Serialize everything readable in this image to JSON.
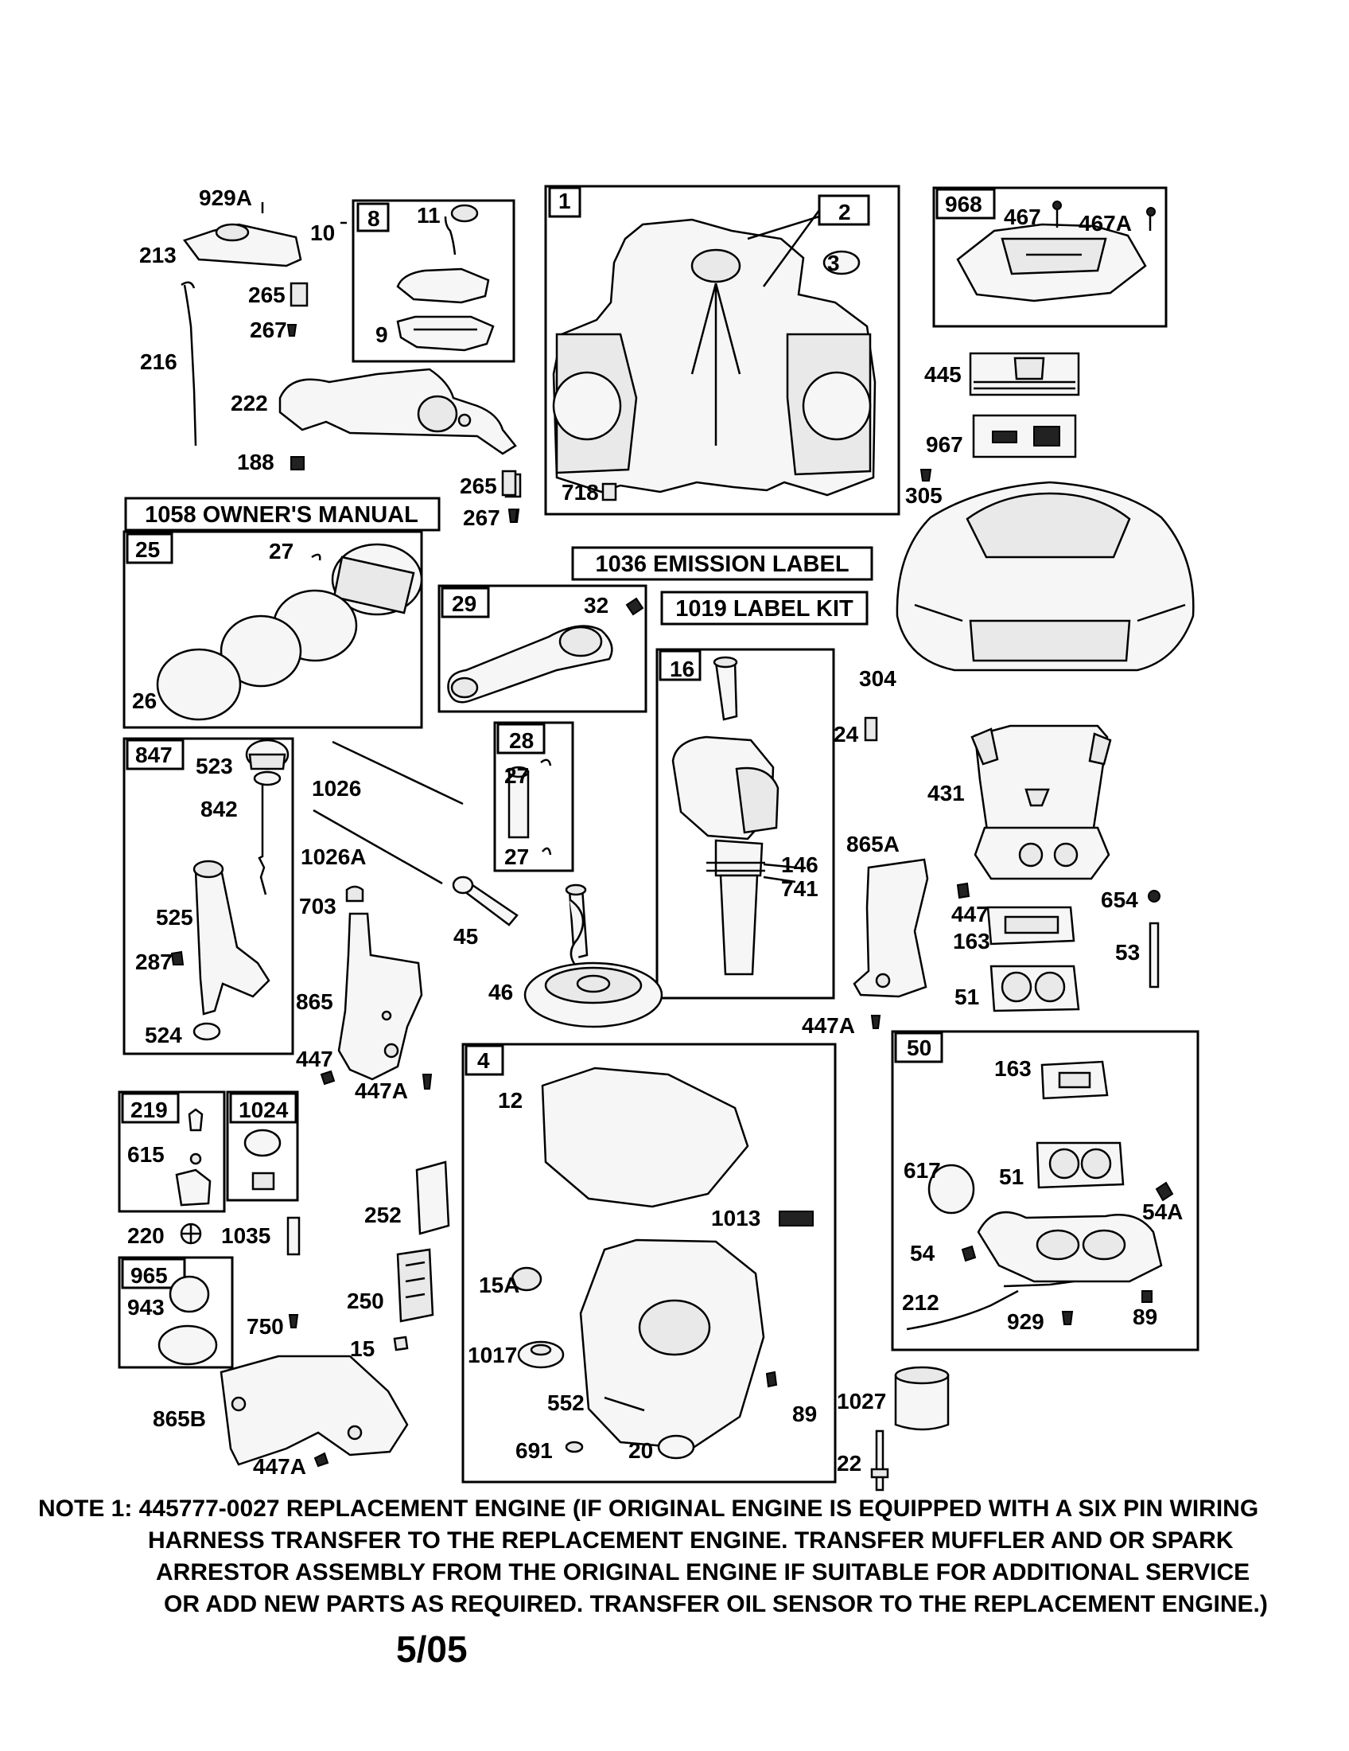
{
  "labels": {
    "p929A": "929A",
    "p10": "10",
    "p213": "213",
    "p265a": "265",
    "p267a": "267",
    "p216": "216",
    "p222": "222",
    "p188": "188",
    "p8": "8",
    "p11": "11",
    "p9": "9",
    "p1": "1",
    "p2": "2",
    "p3": "3",
    "p718": "718",
    "p968": "968",
    "p467": "467",
    "p467A": "467A",
    "p445": "445",
    "p967": "967",
    "p305": "305",
    "p304": "304",
    "p265b": "265",
    "p267b": "267",
    "p25": "25",
    "p27a": "27",
    "p26": "26",
    "p29": "29",
    "p32": "32",
    "p16": "16",
    "p146": "146",
    "p741": "741",
    "p24": "24",
    "p847": "847",
    "p523": "523",
    "p842": "842",
    "p525": "525",
    "p287": "287",
    "p524": "524",
    "p1026": "1026",
    "p1026A": "1026A",
    "p703": "703",
    "p45": "45",
    "p46": "46",
    "p28": "28",
    "p27b": "27",
    "p27c": "27",
    "p431": "431",
    "p865A": "865A",
    "p447a": "447",
    "p163a": "163",
    "p654": "654",
    "p53": "53",
    "p51a": "51",
    "p447Aa": "447A",
    "p865": "865",
    "p447b": "447",
    "p447Ab": "447A",
    "p4": "4",
    "p12": "12",
    "p1013": "1013",
    "p15A": "15A",
    "p1017": "1017",
    "p552": "552",
    "p89a": "89",
    "p691": "691",
    "p20": "20",
    "p50": "50",
    "p163b": "163",
    "p54A": "54A",
    "p617": "617",
    "p51b": "51",
    "p54": "54",
    "p212": "212",
    "p929": "929",
    "p89b": "89",
    "p219": "219",
    "p615": "615",
    "p1024": "1024",
    "p220": "220",
    "p1035": "1035",
    "p965": "965",
    "p943": "943",
    "p750": "750",
    "p252": "252",
    "p250": "250",
    "p15": "15",
    "p865B": "865B",
    "p447Ac": "447A",
    "p1027": "1027",
    "p22": "22"
  },
  "callouts": {
    "owners_manual": "1058 OWNER'S MANUAL",
    "emission_label": "1036 EMISSION LABEL",
    "label_kit": "1019 LABEL KIT"
  },
  "note": {
    "line1": "NOTE 1: 445777-0027 REPLACEMENT ENGINE (IF ORIGINAL ENGINE IS EQUIPPED WITH A SIX PIN WIRING",
    "line2": "HARNESS TRANSFER TO THE REPLACEMENT ENGINE. TRANSFER MUFFLER AND OR SPARK",
    "line3": "ARRESTOR ASSEMBLY FROM THE ORIGINAL ENGINE IF SUITABLE FOR ADDITIONAL SERVICE",
    "line4": "OR ADD NEW PARTS AS REQUIRED. TRANSFER OIL SENSOR TO THE REPLACEMENT ENGINE.)"
  },
  "date": "5/05"
}
